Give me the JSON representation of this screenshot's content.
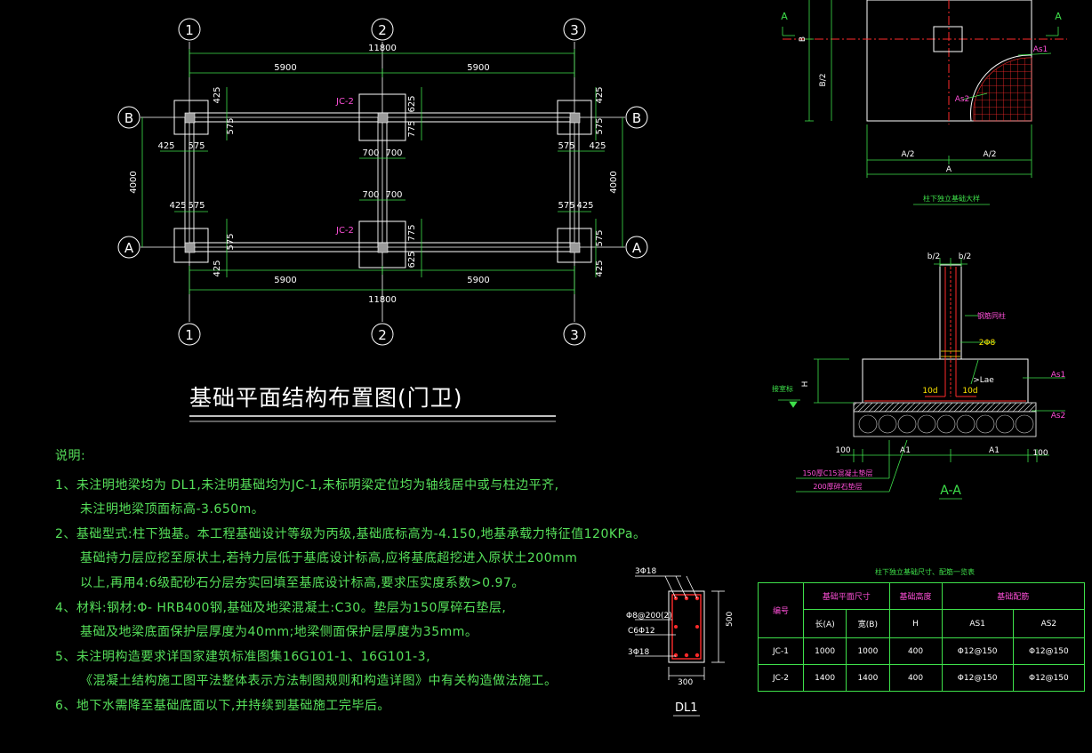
{
  "plan": {
    "title": "基础平面结构布置图(门卫)",
    "axes": {
      "n1": "1",
      "n2": "2",
      "n3": "3",
      "A": "A",
      "B": "B"
    },
    "dims": {
      "span1": "5900",
      "span2": "5900",
      "total": "11800",
      "bay": "4000",
      "d425": "425",
      "d575": "575",
      "d625": "625",
      "d775": "775",
      "d700": "700"
    },
    "labels": {
      "jc2": "JC-2"
    }
  },
  "notes": {
    "heading": "说明:",
    "lines": [
      "1、未注明地梁均为 DL1,未注明基础均为JC-1,未标明梁定位均为轴线居中或与柱边平齐,",
      "未注明地梁顶面标高-3.650m。",
      "2、基础型式:柱下独基。本工程基础设计等级为丙级,基础底标高为-4.150,地基承载力特征值120KPa。",
      "基础持力层应挖至原状土,若持力层低于基底设计标高,应将基底超挖进入原状土200mm",
      "以上,再用4:6级配砂石分层夯实回填至基底设计标高,要求压实度系数>0.97。",
      "4、材料:钢材:Φ- HRB400钢,基础及地梁混凝土:C30。垫层为150厚碎石垫层,",
      "基础及地梁底面保护层厚度为40mm;地梁侧面保护层厚度为35mm。",
      "5、未注明构造要求详国家建筑标准图集16G101-1、16G101-3,",
      "《混凝土结构施工图平法整体表示方法制图规则和构造详图》中有关构造做法施工。",
      "6、地下水需降至基础底面以下,并持续到基础施工完毕后。"
    ]
  },
  "detail_plan": {
    "secA": "A",
    "B": "B",
    "B2": "B/2",
    "A": "A",
    "A2": "A/2",
    "as1": "As1",
    "as2": "As2",
    "caption": "柱下独立基础大样"
  },
  "section": {
    "b2": "b/2",
    "H": "H",
    "twoB": "2Φ8",
    "col": "钢筋同柱",
    "lae": ">Lae",
    "tend": "10d",
    "as1": "As1",
    "as2": "As2",
    "gl": "接室标",
    "d100": "100",
    "A1": "A1",
    "c1": "150厚C15混凝土垫层",
    "c2": "200厚碎石垫层",
    "caption": "A-A"
  },
  "beam": {
    "top": "3Φ18",
    "stir": "Φ8@200(2)",
    "side": "C6Φ12",
    "bot": "3Φ18",
    "h": "500",
    "w": "300",
    "caption": "DL1"
  },
  "table": {
    "title": "柱下独立基础尺寸、配筋一览表",
    "h_no": "编号",
    "h_size": "基础平面尺寸",
    "h_height": "基础高度",
    "h_rebar": "基础配筋",
    "h_a": "长(A)",
    "h_b": "宽(B)",
    "h_H": "H",
    "h_as1": "AS1",
    "h_as2": "AS2",
    "rows": [
      {
        "no": "JC-1",
        "a": "1000",
        "b": "1000",
        "h": "400",
        "as1": "Φ12@150",
        "as2": "Φ12@150"
      },
      {
        "no": "JC-2",
        "a": "1400",
        "b": "1400",
        "h": "400",
        "as1": "Φ12@150",
        "as2": "Φ12@150"
      }
    ]
  },
  "colors": {
    "bg": "#000000",
    "green": "#3ee04a",
    "white": "#ffffff",
    "magenta": "#ff4fd8",
    "red": "#ff2a2a",
    "yellow": "#ffe600"
  }
}
